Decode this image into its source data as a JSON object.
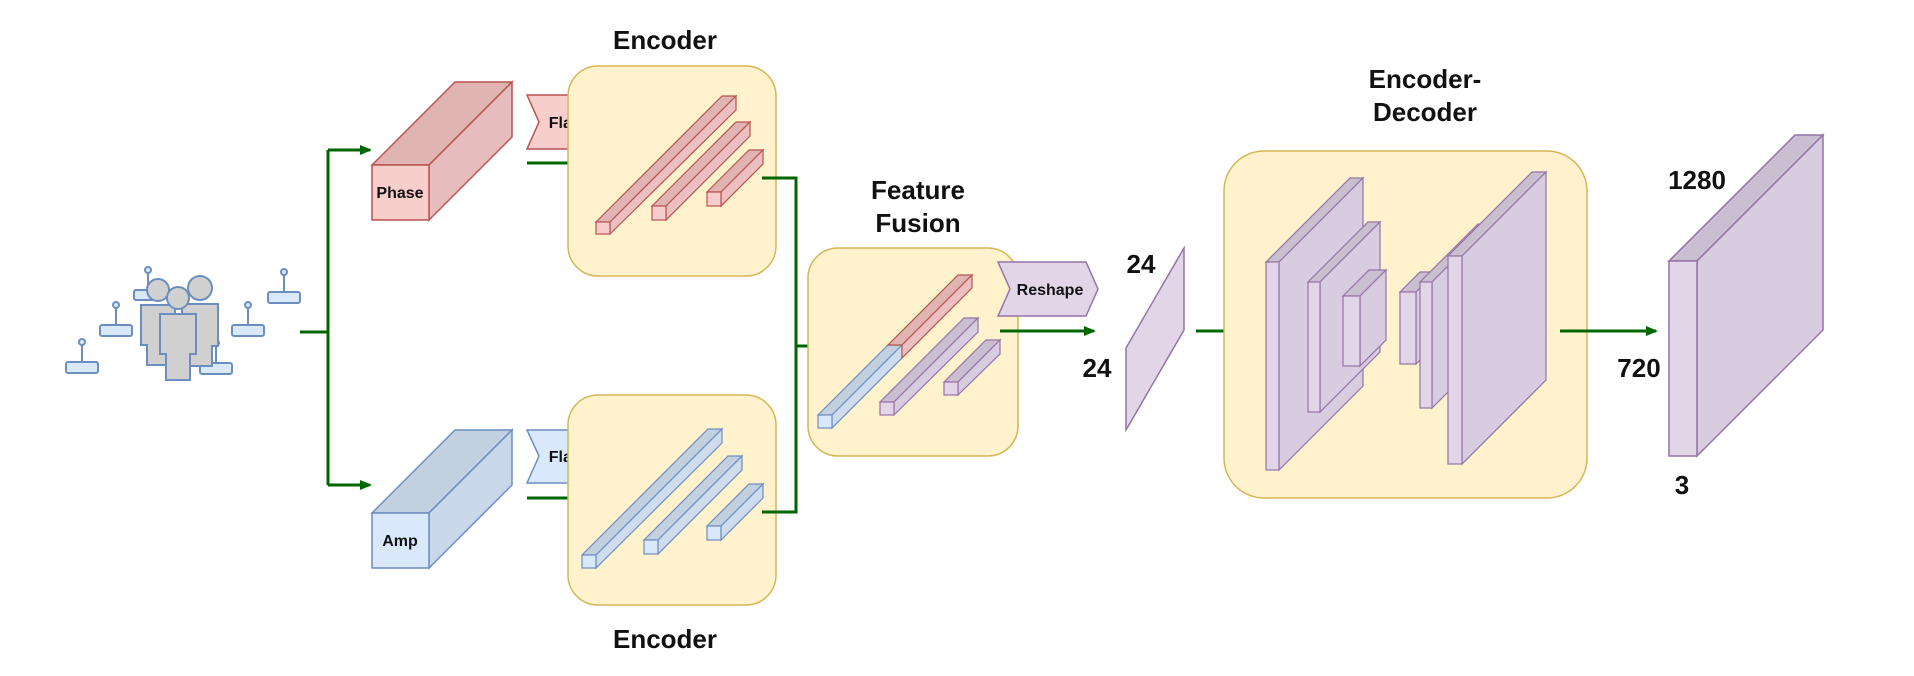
{
  "labels": {
    "encoder_top": "Encoder",
    "encoder_bottom": "Encoder",
    "feature_fusion_line1": "Feature",
    "feature_fusion_line2": "Fusion",
    "encoder_decoder_line1": "Encoder-",
    "encoder_decoder_line2": "Decoder",
    "phase": "Phase",
    "amp": "Amp",
    "flatten_top": "Flatten",
    "flatten_bottom": "Flatten",
    "reshape": "Reshape"
  },
  "dims": {
    "fusion_height": "24",
    "fusion_width": "24",
    "out_width": "1280",
    "out_height": "720",
    "out_channels": "3"
  },
  "colors": {
    "phase_face": "#f8cecc",
    "phase_side": "#e1b4b4",
    "phase_stroke": "#b85450",
    "amp_face": "#dae8fc",
    "amp_side": "#c3d0e0",
    "amp_stroke": "#6c8ebf",
    "fused_face": "#e1d5e7",
    "fused_side": "#cabfd0",
    "fused_stroke": "#9673a6",
    "block_fill": "#fff2cc",
    "block_stroke": "#d6b656",
    "arrow": "#006600",
    "icon": "#6c8ebf"
  }
}
